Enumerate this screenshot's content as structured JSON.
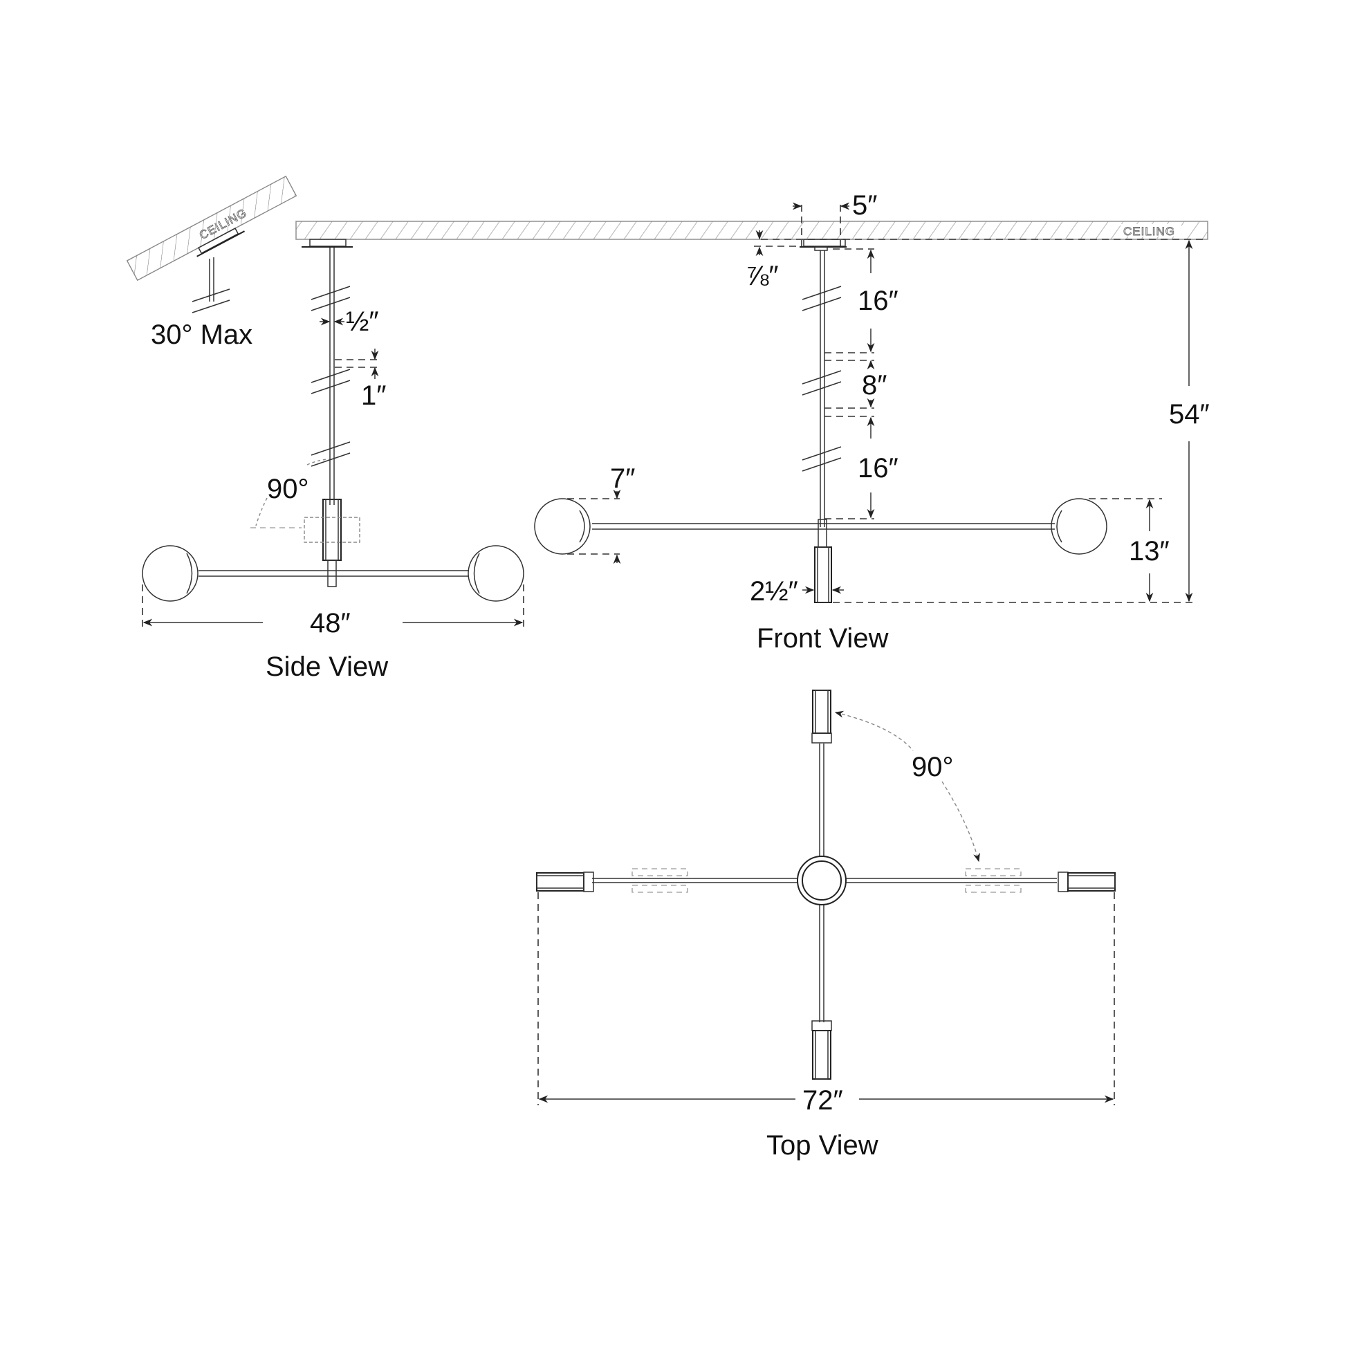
{
  "drawing": {
    "subject": "Two-arm / four-arm globe chandelier dimension drawing",
    "ceiling_label": "CEILING",
    "sloped_ceiling": {
      "label": "30° Max"
    },
    "side_view": {
      "title": "Side View",
      "dims": {
        "stem_diameter": "½″",
        "coupling": "1″",
        "swivel_angle": "90°",
        "overall_width": "48″"
      }
    },
    "front_view": {
      "title": "Front View",
      "dims": {
        "canopy_diameter": "5″",
        "canopy_depth": "⅞″",
        "stem_1": "16″",
        "stem_2": "8″",
        "stem_3": "16″",
        "globe_diameter": "7″",
        "body_width": "2½″",
        "fixture_height": "13″",
        "overall_height": "54″"
      }
    },
    "top_view": {
      "title": "Top View",
      "dims": {
        "rotation_angle": "90°",
        "overall_span": "72″"
      }
    }
  }
}
